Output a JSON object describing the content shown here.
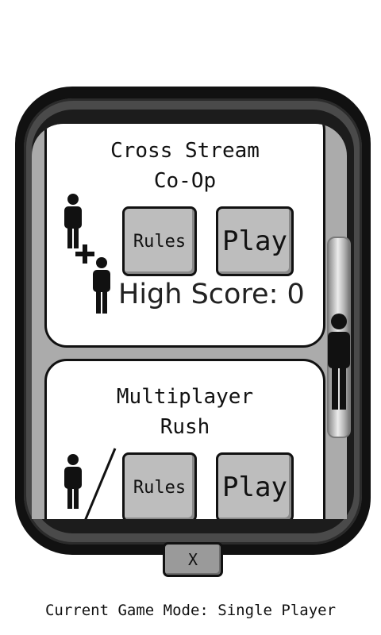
{
  "modes": [
    {
      "title_line1": "Cross Stream",
      "title_line2": "Co-Op",
      "rules_label": "Rules",
      "play_label": "Play",
      "high_score": "High Score: 0"
    },
    {
      "title_line1": "Multiplayer",
      "title_line2": "Rush",
      "rules_label": "Rules",
      "play_label": "Play"
    }
  ],
  "close_label": "X",
  "status": "Current Game Mode: Single Player",
  "colors": {
    "frame": "#111111",
    "card": "#ffffff",
    "button": "#bdbdbd",
    "viewport": "#ababab"
  },
  "icons": [
    "person-icon",
    "plus-icon",
    "slash-icon",
    "scroll-thumb-person-icon"
  ]
}
